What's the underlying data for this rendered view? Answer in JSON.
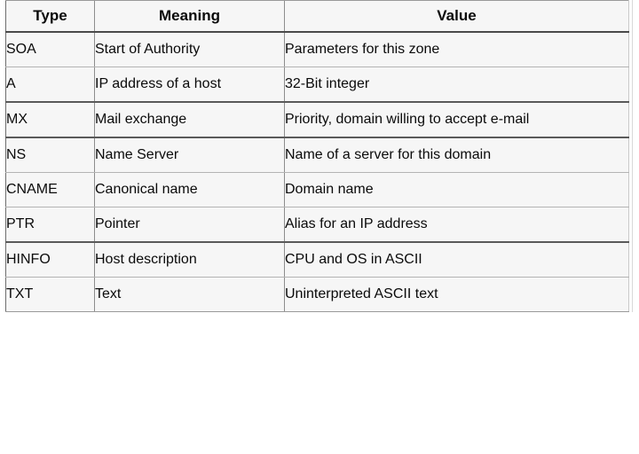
{
  "document": {
    "kind": "dns-resource-record-types-table",
    "background_color": "#ffffff",
    "cell_background_color": "#f6f6f6",
    "text_color": "#0a0a0a",
    "border_color": "#8d8d8d"
  },
  "table": {
    "columns": [
      {
        "key": "type",
        "label": "Type"
      },
      {
        "key": "meaning",
        "label": "Meaning"
      },
      {
        "key": "value",
        "label": "Value"
      }
    ],
    "rows": [
      {
        "type": "SOA",
        "meaning": "Start of Authority",
        "value": "Parameters for this zone"
      },
      {
        "type": "A",
        "meaning": "IP address of a host",
        "value": "32-Bit integer"
      },
      {
        "type": "MX",
        "meaning": "Mail exchange",
        "value": "Priority, domain willing to accept e-mail"
      },
      {
        "type": "NS",
        "meaning": "Name Server",
        "value": "Name of a server for this domain"
      },
      {
        "type": "CNAME",
        "meaning": "Canonical name",
        "value": "Domain name"
      },
      {
        "type": "PTR",
        "meaning": "Pointer",
        "value": "Alias for an IP address"
      },
      {
        "type": "HINFO",
        "meaning": "Host description",
        "value": "CPU and OS in ASCII"
      },
      {
        "type": "TXT",
        "meaning": "Text",
        "value": "Uninterpreted ASCII text"
      }
    ]
  }
}
